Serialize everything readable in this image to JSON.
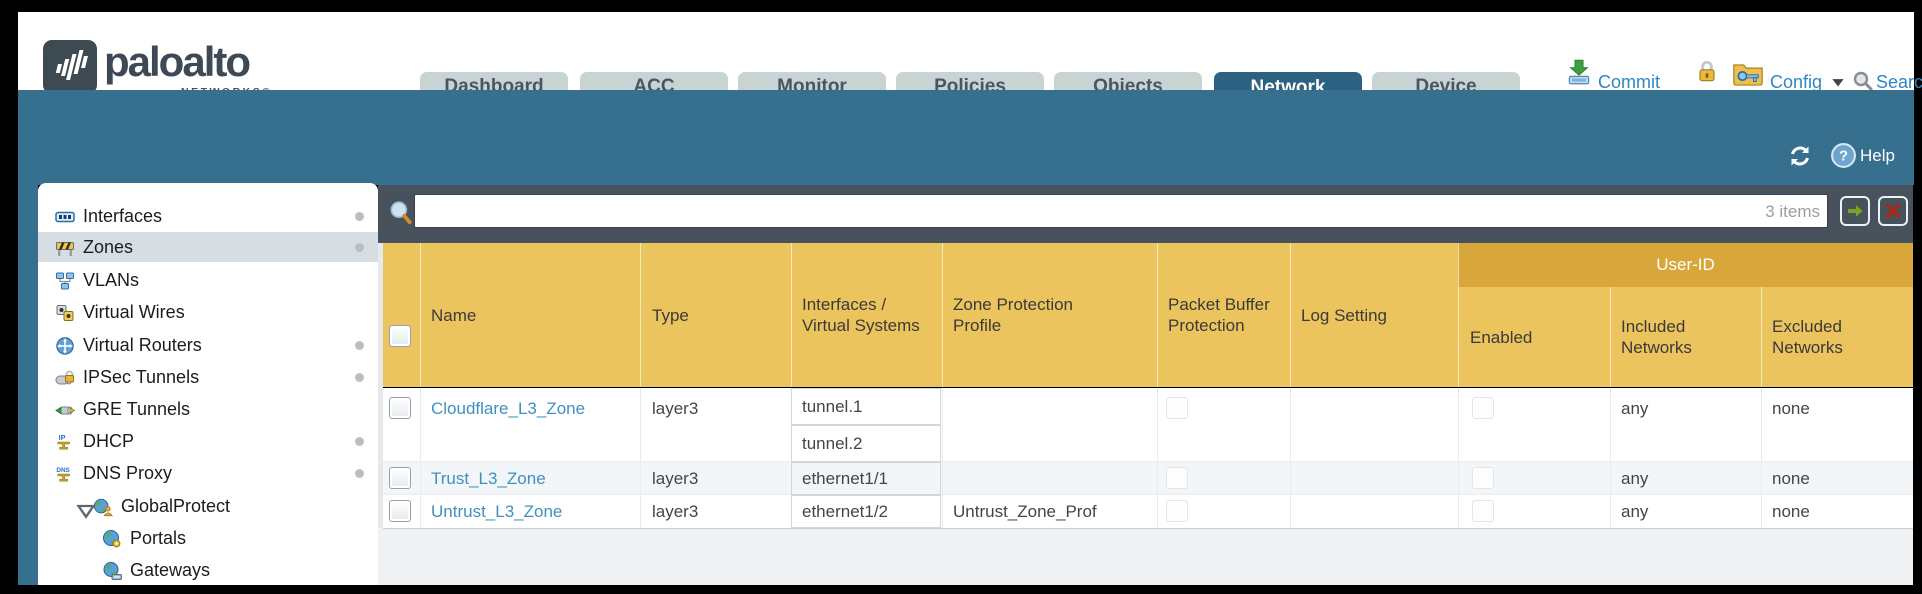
{
  "window": {
    "brand": {
      "title": "paloalto",
      "subtitle": "NETWORKS®"
    }
  },
  "header": {
    "tabs": [
      {
        "label": "Dashboard",
        "active": false
      },
      {
        "label": "ACC",
        "active": false
      },
      {
        "label": "Monitor",
        "active": false
      },
      {
        "label": "Policies",
        "active": false
      },
      {
        "label": "Objects",
        "active": false
      },
      {
        "label": "Network",
        "active": true
      },
      {
        "label": "Device",
        "active": false
      }
    ],
    "actions": {
      "commit": "Commit",
      "config": "Config",
      "search": "Search"
    }
  },
  "banner": {
    "help_label": "Help",
    "help_icon_glyph": "?"
  },
  "sidebar": {
    "items": [
      {
        "label": "Interfaces",
        "icon": "interfaces-icon",
        "status_dot": true,
        "selected": false
      },
      {
        "label": "Zones",
        "icon": "zones-icon",
        "status_dot": true,
        "selected": true
      },
      {
        "label": "VLANs",
        "icon": "vlans-icon",
        "status_dot": false
      },
      {
        "label": "Virtual Wires",
        "icon": "virtual-wires-icon",
        "status_dot": false
      },
      {
        "label": "Virtual Routers",
        "icon": "virtual-routers-icon",
        "status_dot": true
      },
      {
        "label": "IPSec Tunnels",
        "icon": "ipsec-tunnels-icon",
        "status_dot": true
      },
      {
        "label": "GRE Tunnels",
        "icon": "gre-tunnels-icon",
        "status_dot": false
      },
      {
        "label": "DHCP",
        "icon": "dhcp-icon",
        "icon_text": "IP",
        "status_dot": true
      },
      {
        "label": "DNS Proxy",
        "icon": "dns-proxy-icon",
        "icon_text": "DNS",
        "status_dot": true
      },
      {
        "label": "GlobalProtect",
        "icon": "globalprotect-icon",
        "expanded": true,
        "status_dot": false
      },
      {
        "label": "Portals",
        "icon": "portals-icon",
        "child": true,
        "status_dot": false
      },
      {
        "label": "Gateways",
        "icon": "gateways-icon",
        "child": true,
        "status_dot": false
      }
    ]
  },
  "filter_bar": {
    "items_count_label": "3 items"
  },
  "table": {
    "group_header": "User-ID",
    "columns": [
      "Name",
      "Type",
      "Interfaces / Virtual Systems",
      "Zone Protection Profile",
      "Packet Buffer Protection",
      "Log Setting",
      "Enabled",
      "Included Networks",
      "Excluded Networks"
    ],
    "rows": [
      {
        "name": "Cloudflare_L3_Zone",
        "type": "layer3",
        "interfaces": [
          "tunnel.1",
          "tunnel.2"
        ],
        "zone_protection_profile": "",
        "packet_buffer_protection_checked": false,
        "log_setting": "",
        "user_id_enabled": false,
        "included_networks": "any",
        "excluded_networks": "none"
      },
      {
        "name": "Trust_L3_Zone",
        "type": "layer3",
        "interfaces": [
          "ethernet1/1"
        ],
        "zone_protection_profile": "",
        "packet_buffer_protection_checked": false,
        "log_setting": "",
        "user_id_enabled": false,
        "included_networks": "any",
        "excluded_networks": "none"
      },
      {
        "name": "Untrust_L3_Zone",
        "type": "layer3",
        "interfaces": [
          "ethernet1/2"
        ],
        "zone_protection_profile": "Untrust_Zone_Prof",
        "packet_buffer_protection_checked": false,
        "log_setting": "",
        "user_id_enabled": false,
        "included_networks": "any",
        "excluded_networks": "none"
      }
    ]
  },
  "colors": {
    "accent_teal": "#36708E",
    "active_tab": "#2B6181",
    "header_amber": "#ECC45E",
    "group_header_amber": "#D8A63B",
    "link_blue": "#4090BF",
    "action_blue": "#2E86C4",
    "dark_filter_bar": "#47525C"
  }
}
